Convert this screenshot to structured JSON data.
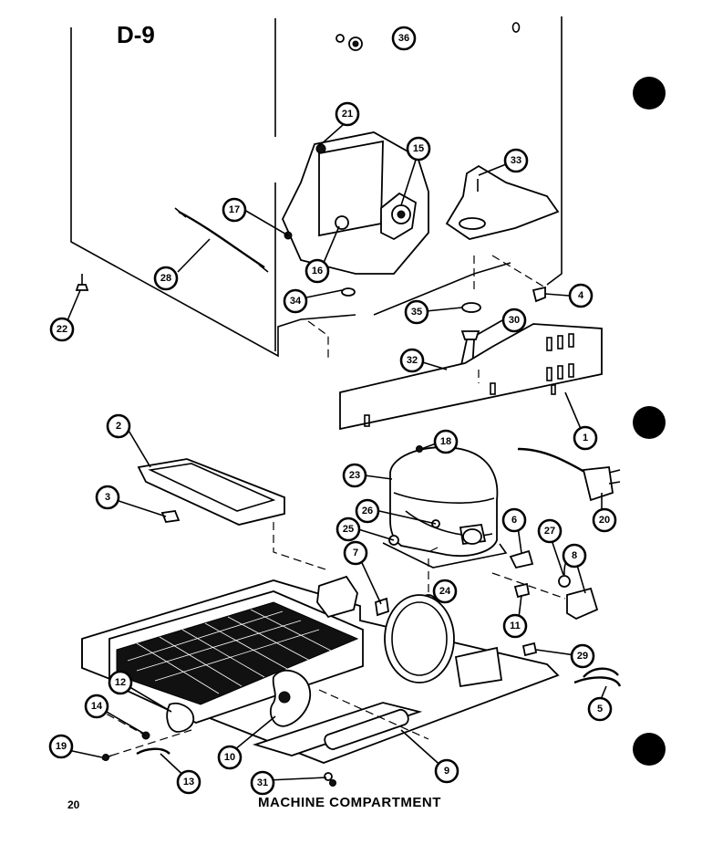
{
  "page": {
    "header": "D-9",
    "caption": "MACHINE COMPARTMENT",
    "page_number": "20"
  },
  "callouts": [
    "1",
    "2",
    "3",
    "4",
    "5",
    "6",
    "7",
    "8",
    "9",
    "10",
    "11",
    "12",
    "13",
    "14",
    "15",
    "16",
    "17",
    "18",
    "19",
    "20",
    "21",
    "22",
    "23",
    "24",
    "25",
    "26",
    "27",
    "28",
    "29",
    "30",
    "31",
    "32",
    "33",
    "34",
    "35",
    "36"
  ]
}
